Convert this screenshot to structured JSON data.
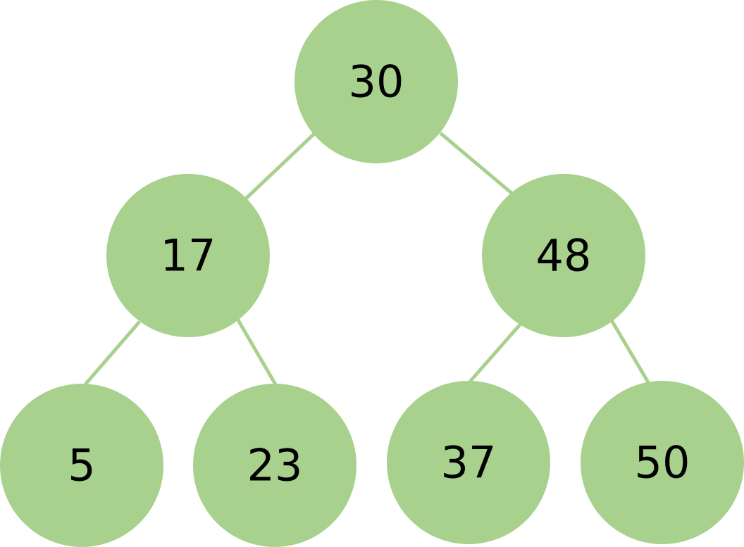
{
  "tree": {
    "nodes": [
      {
        "id": "n30",
        "label": "30"
      },
      {
        "id": "n17",
        "label": "17"
      },
      {
        "id": "n48",
        "label": "48"
      },
      {
        "id": "n5",
        "label": "5"
      },
      {
        "id": "n23",
        "label": "23"
      },
      {
        "id": "n37",
        "label": "37"
      },
      {
        "id": "n50",
        "label": "50"
      }
    ],
    "edges": [
      {
        "from": "n30",
        "to": "n17"
      },
      {
        "from": "n30",
        "to": "n48"
      },
      {
        "from": "n17",
        "to": "n5"
      },
      {
        "from": "n17",
        "to": "n23"
      },
      {
        "from": "n48",
        "to": "n37"
      },
      {
        "from": "n48",
        "to": "n50"
      }
    ]
  },
  "colors": {
    "node_fill": "#a9d18e",
    "edge": "#a9d18e",
    "label": "#000000"
  }
}
